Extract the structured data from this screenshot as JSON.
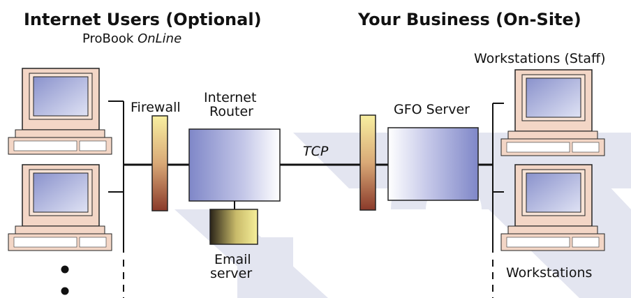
{
  "headings": {
    "internet_users": "Internet Users (Optional)",
    "proboook_prefix": "ProBook ",
    "proboook_suffix": "OnLine",
    "your_business": "Your Business (On-Site)"
  },
  "labels": {
    "firewall": "Firewall",
    "internet": "Internet",
    "router": "Router",
    "tcp": "TCP",
    "gfo_server": "GFO Server",
    "email": "Email",
    "server": "server",
    "workstations_staff": "Workstations (Staff)",
    "workstations": "Workstations"
  },
  "icons": {
    "computer": "desktop-computer-icon",
    "ellipsis": "vertical-ellipsis-dots"
  },
  "colors": {
    "watermark": "#e3e5f0",
    "firewall_top": "#f8efa0",
    "firewall_bottom": "#8a3a2a",
    "router_blue": "#7f87c8",
    "server_blue": "#7f87c8",
    "email_yellow": "#f3e98a",
    "email_dark": "#2a2418"
  }
}
